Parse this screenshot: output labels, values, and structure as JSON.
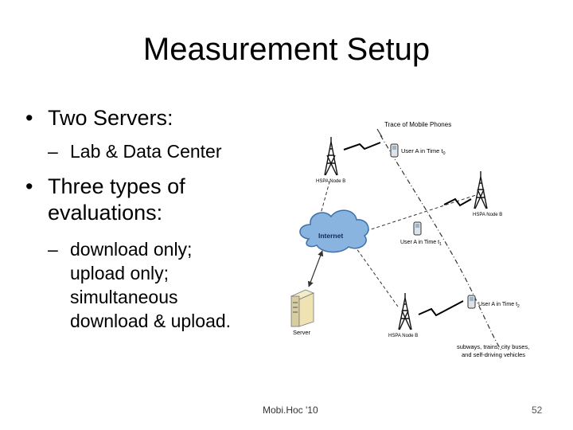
{
  "slide": {
    "title": "Measurement Setup",
    "bullet1": {
      "text": "Two Servers:",
      "sub": "Lab & Data Center"
    },
    "bullet2": {
      "lines": [
        "Three types of",
        "evaluations:"
      ],
      "sub_lines": [
        "download only;",
        "upload only;",
        "simultaneous",
        "download & upload."
      ]
    },
    "footer_center": "Mobi.Hoc '10",
    "page_number": "52"
  },
  "diagram": {
    "trace_label": "Trace of Mobile Phones",
    "user_t0": "User A in Time t",
    "user_t0_sub": "0",
    "user_t1": "User A in Time t",
    "user_t1_sub": "1",
    "user_t2": "User A in Time t",
    "user_t2_sub": "2",
    "nodeb_top": "HSPA Node B",
    "nodeb_right": "HSPA Node B",
    "nodeb_bottom": "HSPA Node B",
    "internet": "Internet",
    "server": "Server",
    "vehicles_line1": "subways, trains, city buses,",
    "vehicles_line2": "and self-driving vehicles",
    "colors": {
      "cloud_fill": "#8ab4e0",
      "cloud_stroke": "#3d6fa8",
      "line": "#333333"
    }
  }
}
